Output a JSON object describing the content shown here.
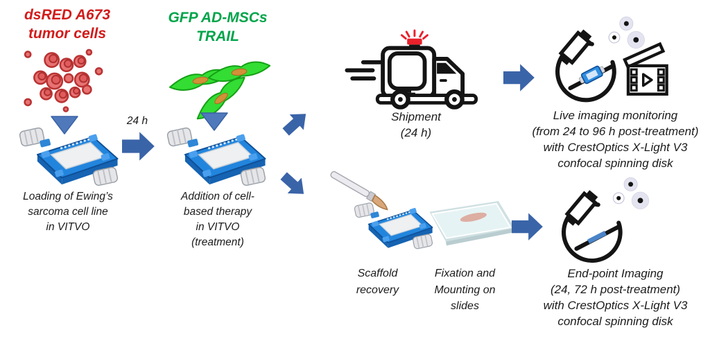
{
  "figure": {
    "description": "Experimental workflow diagram for VITVO-based Ewing sarcoma treatment study",
    "background": "#ffffff"
  },
  "colors": {
    "red_title": "#d21b1b",
    "green_title": "#00a44a",
    "arrow_blue": "#3a64a8",
    "triangle_blue": "#4f79bb",
    "device_blue": "#2285dd",
    "outline_black": "#141414",
    "siren_red": "#e8212b",
    "text": "#1b1b1b"
  },
  "steps": {
    "tumor": {
      "title_lines": [
        "dsRED A673",
        "tumor cells"
      ],
      "caption_lines": [
        "Loading of Ewing’s",
        "sarcoma cell line",
        "in VITVO"
      ]
    },
    "incubation_label": "24 h",
    "msc": {
      "title_lines": [
        "GFP AD-MSCs",
        "TRAIL"
      ],
      "caption_lines": [
        "Addition of cell-",
        "based therapy",
        "in VITVO",
        "(treatment)"
      ]
    },
    "shipment": {
      "caption_lines": [
        "Shipment",
        "(24 h)"
      ]
    },
    "live_imaging": {
      "caption_lines": [
        "Live imaging monitoring",
        "(from 24 to 96 h post-treatment)",
        "with CrestOptics X-Light V3",
        "confocal spinning disk"
      ]
    },
    "scaffold": {
      "caption_lines": [
        "Scaffold",
        "recovery"
      ]
    },
    "fixation": {
      "caption_lines": [
        "Fixation and",
        "Mounting on",
        "slides"
      ]
    },
    "endpoint": {
      "caption_lines": [
        "End-point Imaging",
        "(24, 72 h post-treatment)",
        "with CrestOptics X-Light V3",
        "confocal spinning disk"
      ]
    }
  },
  "icons": {
    "tumor_cells": "tumor-cells-icon",
    "msc_cells": "msc-cells-icon",
    "vitvo_device": "vitvo-device-icon",
    "down_triangle": "down-triangle-arrow-icon",
    "right_arrow": "right-arrow-icon",
    "up_right_arrow": "up-right-arrow-icon",
    "down_right_arrow": "down-right-arrow-icon",
    "truck": "shipment-truck-icon",
    "microscope": "microscope-icon",
    "clapperboard": "clapperboard-icon",
    "cells": "cells-icon",
    "scalpel": "scalpel-icon",
    "slide": "microscope-slide-icon"
  }
}
